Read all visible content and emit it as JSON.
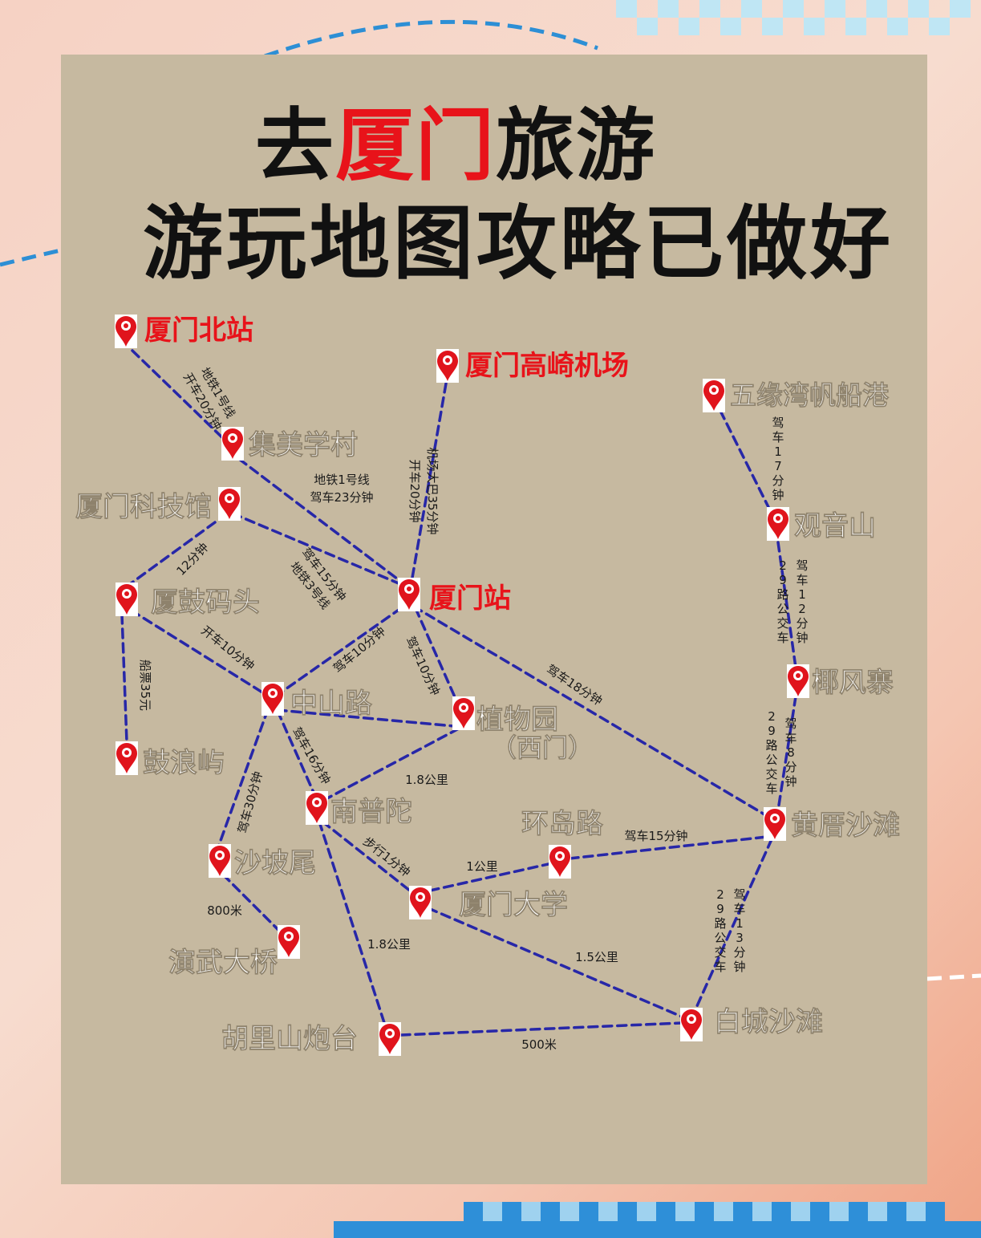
{
  "title": {
    "line1_a": "去",
    "line1_hl": "厦门",
    "line1_b": "旅游",
    "line2": "游玩地图攻略已做好"
  },
  "colors": {
    "pin": "#e0141c",
    "route": "#2727a8",
    "red_label": "#e8131a",
    "white_label": "#ffffff",
    "card": "#c6b9a0"
  },
  "places": [
    {
      "id": "xiamen-north",
      "name": "厦门北站",
      "color": "red"
    },
    {
      "id": "gaoqi-airport",
      "name": "厦门高崎机场",
      "color": "red"
    },
    {
      "id": "wuyuan-bay",
      "name": "五缘湾帆船港",
      "color": "white"
    },
    {
      "id": "jimei",
      "name": "集美学村",
      "color": "white"
    },
    {
      "id": "science-museum",
      "name": "厦门科技馆",
      "color": "white"
    },
    {
      "id": "guanyin-mountain",
      "name": "观音山",
      "color": "white"
    },
    {
      "id": "xiagu-pier",
      "name": "厦鼓码头",
      "color": "white"
    },
    {
      "id": "xiamen-station",
      "name": "厦门站",
      "color": "red"
    },
    {
      "id": "yefengzhai",
      "name": "椰风寨",
      "color": "white"
    },
    {
      "id": "zhongshan-road",
      "name": "中山路",
      "color": "white"
    },
    {
      "id": "botanical-garden",
      "name": "植物园",
      "name2": "（西门）",
      "color": "white"
    },
    {
      "id": "gulangyu",
      "name": "鼓浪屿",
      "color": "white"
    },
    {
      "id": "nanputuo",
      "name": "南普陀",
      "color": "white"
    },
    {
      "id": "huandao-road",
      "name": "环岛路",
      "color": "white"
    },
    {
      "id": "huangcuo-beach",
      "name": "黄厝沙滩",
      "color": "white"
    },
    {
      "id": "shapowei",
      "name": "沙坡尾",
      "color": "white"
    },
    {
      "id": "xiamen-university",
      "name": "厦门大学",
      "color": "white"
    },
    {
      "id": "yanwu-bridge",
      "name": "演武大桥",
      "color": "white"
    },
    {
      "id": "baicheng-beach",
      "name": "白城沙滩",
      "color": "white"
    },
    {
      "id": "hulishan-fort",
      "name": "胡里山炮台",
      "color": "white"
    }
  ],
  "routes": [
    {
      "from": "xiamen-north",
      "to": "jimei",
      "label": [
        "地铁1号线",
        "开车20分钟"
      ]
    },
    {
      "from": "jimei",
      "to": "xiamen-station",
      "label": [
        "地铁1号线",
        "驾车23分钟"
      ]
    },
    {
      "from": "gaoqi-airport",
      "to": "xiamen-station",
      "label": [
        "机场大巴35分钟",
        "开车20分钟"
      ]
    },
    {
      "from": "science-museum",
      "to": "xiamen-station",
      "label": [
        "驾车15分钟",
        "地铁3号线"
      ]
    },
    {
      "from": "science-museum",
      "to": "xiagu-pier",
      "label": [
        "12分钟"
      ]
    },
    {
      "from": "xiagu-pier",
      "to": "zhongshan-road",
      "label": [
        "开车10分钟"
      ]
    },
    {
      "from": "xiagu-pier",
      "to": "gulangyu",
      "label": [
        "船票35元"
      ]
    },
    {
      "from": "xiamen-station",
      "to": "zhongshan-road",
      "label": [
        "驾车10分钟"
      ]
    },
    {
      "from": "xiamen-station",
      "to": "botanical-garden",
      "label": [
        "驾车10分钟"
      ]
    },
    {
      "from": "xiamen-station",
      "to": "huangcuo-beach",
      "label": [
        "驾车18分钟"
      ]
    },
    {
      "from": "zhongshan-road",
      "to": "botanical-garden",
      "label": []
    },
    {
      "from": "zhongshan-road",
      "to": "nanputuo",
      "label": [
        "驾车16分钟"
      ]
    },
    {
      "from": "zhongshan-road",
      "to": "shapowei",
      "label": [
        "驾车30分钟"
      ]
    },
    {
      "from": "botanical-garden",
      "to": "nanputuo",
      "label": [
        "1.8公里"
      ]
    },
    {
      "from": "nanputuo",
      "to": "xiamen-university",
      "label": [
        "步行1分钟"
      ]
    },
    {
      "from": "nanputuo",
      "to": "hulishan-fort",
      "label": [
        "1.8公里"
      ]
    },
    {
      "from": "shapowei",
      "to": "yanwu-bridge",
      "label": [
        "800米"
      ]
    },
    {
      "from": "xiamen-university",
      "to": "huandao-road",
      "label": [
        "1公里"
      ]
    },
    {
      "from": "xiamen-university",
      "to": "baicheng-beach",
      "label": [
        "1.5公里"
      ]
    },
    {
      "from": "huandao-road",
      "to": "huangcuo-beach",
      "label": [
        "驾车15分钟"
      ]
    },
    {
      "from": "hulishan-fort",
      "to": "baicheng-beach",
      "label": [
        "500米"
      ]
    },
    {
      "from": "wuyuan-bay",
      "to": "guanyin-mountain",
      "label": [
        "驾车17分钟"
      ]
    },
    {
      "from": "guanyin-mountain",
      "to": "yefengzhai",
      "label": [
        "驾车12分钟",
        "29路公交车"
      ]
    },
    {
      "from": "yefengzhai",
      "to": "huangcuo-beach",
      "label": [
        "驾车8分钟",
        "29路公交车"
      ]
    },
    {
      "from": "huangcuo-beach",
      "to": "baicheng-beach",
      "label": [
        "驾车13分钟",
        "29路公交车"
      ]
    }
  ]
}
